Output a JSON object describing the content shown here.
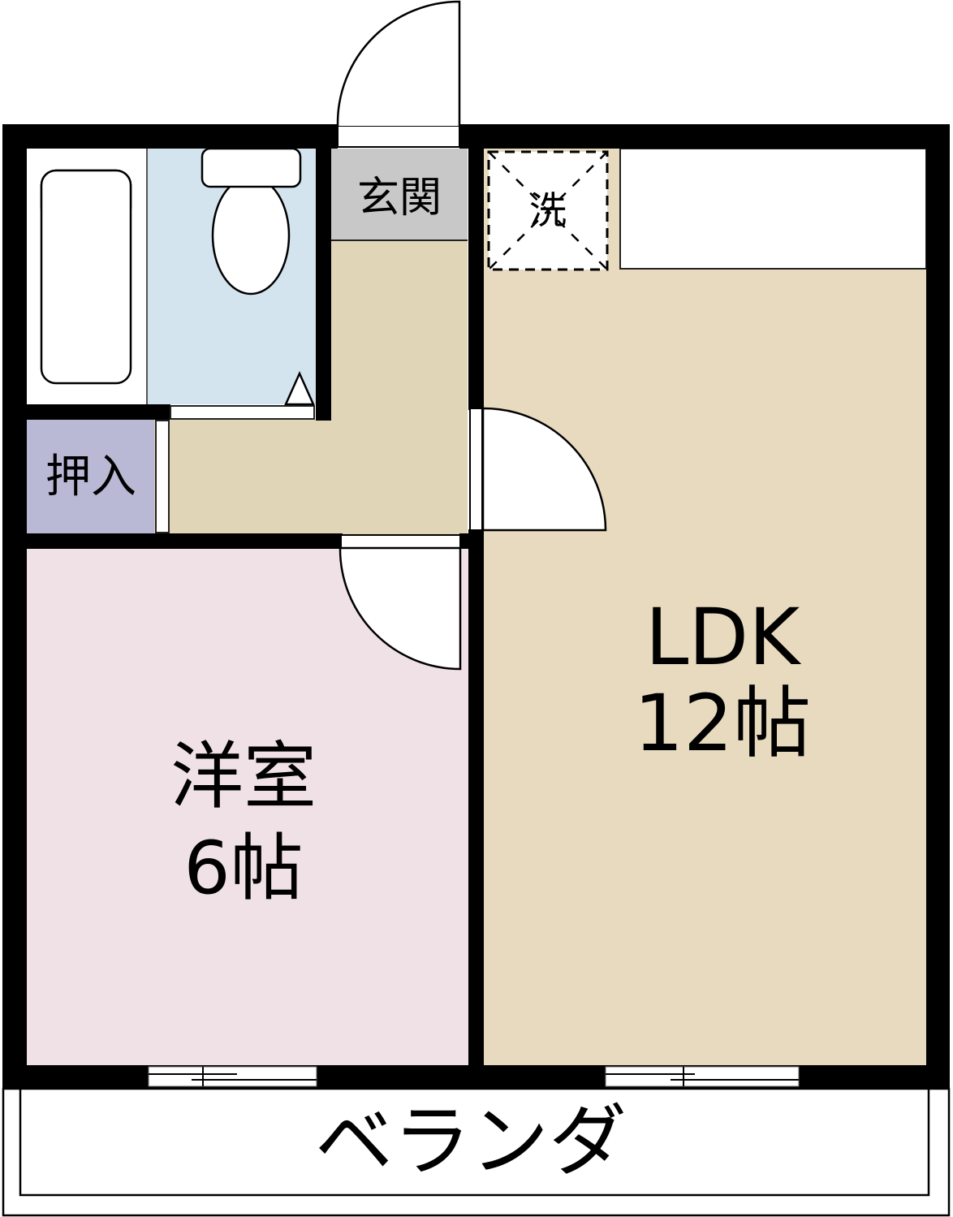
{
  "plan": {
    "title": "1LDK floor plan",
    "colors": {
      "wall": "#000000",
      "bath": "#ffffff",
      "toilet": "#d3e4ee",
      "genkan": "#c8c8c8",
      "corridor": "#e0d5b7",
      "storage": "#b9b9d6",
      "western_room": "#f0e1e6",
      "ldk": "#e8dabe",
      "balcony": "#ffffff"
    },
    "rooms": [
      {
        "id": "genkan",
        "label": "玄関"
      },
      {
        "id": "washer",
        "label": "洗"
      },
      {
        "id": "oshiire",
        "label": "押入"
      },
      {
        "id": "western",
        "label": "洋室",
        "size": "6帖"
      },
      {
        "id": "ldk",
        "label": "LDK",
        "size": "12帖"
      },
      {
        "id": "balcony",
        "label": "ベランダ"
      }
    ]
  }
}
